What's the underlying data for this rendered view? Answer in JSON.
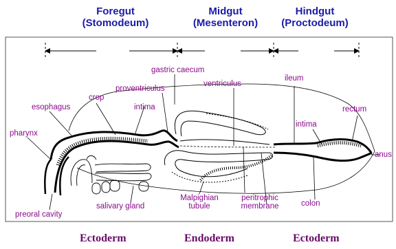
{
  "regions": [
    {
      "name": "Foregut",
      "subname": "(Stomodeum)"
    },
    {
      "name": "Midgut",
      "subname": "(Mesenteron)"
    },
    {
      "name": "Hindgut",
      "subname": "(Proctodeum)"
    }
  ],
  "germ_layers": [
    "Ectoderm",
    "Endoderm",
    "Ectoderm"
  ],
  "labels": {
    "gastric_caecum": "gastric caecum",
    "proventriculus": "proventriculus",
    "ventriculus": "ventriculus",
    "ileum": "ileum",
    "crop": "crop",
    "esophagus": "esophagus",
    "intima_fore": "intima",
    "intima_hind": "intima",
    "rectum": "rectum",
    "pharynx": "pharynx",
    "anus": "anus",
    "colon": "colon",
    "malpighian_tubule": "Malpighian\ntubule",
    "peritrophic_membrane": "peritrophic\nmembrane",
    "salivary_gland": "salivary gland",
    "preoral_cavity": "preoral cavity"
  },
  "colors": {
    "region_title": "#1a1aa8",
    "label": "#8a0a8a",
    "germ_layer": "#6a0a6a",
    "line": "#000000"
  }
}
